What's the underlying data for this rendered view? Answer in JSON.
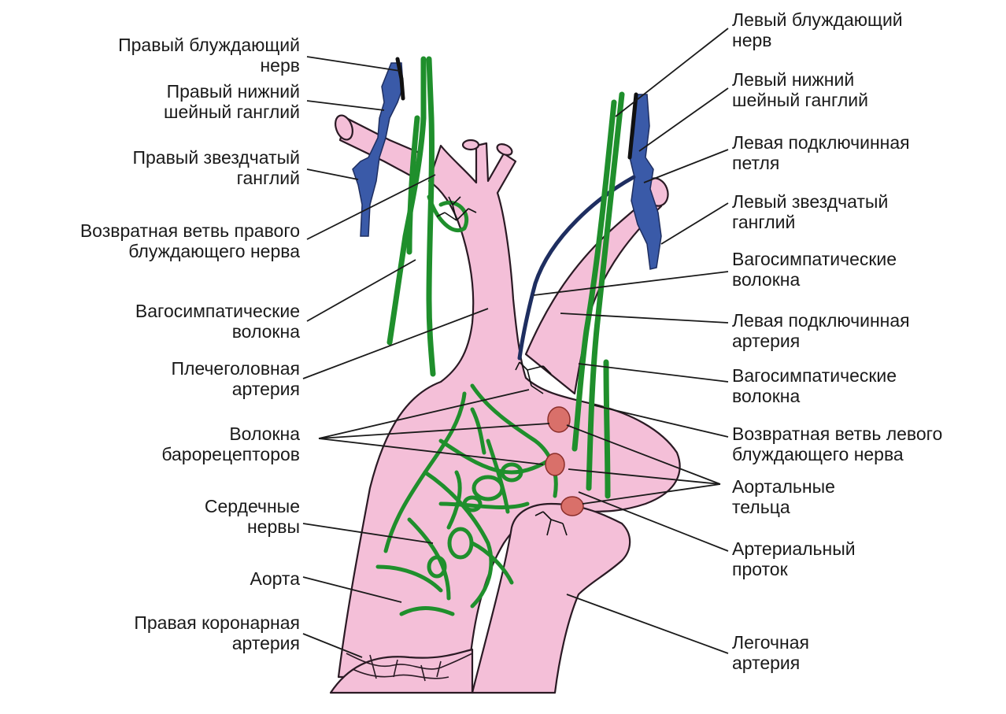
{
  "labels": {
    "right_vagus": [
      "Правый блуждающий",
      "нерв"
    ],
    "right_lower_cervical_ganglion": [
      "Правый нижний",
      "шейный ганглий"
    ],
    "right_stellate_ganglion": [
      "Правый звездчатый",
      "ганглий"
    ],
    "right_recurrent_branch": [
      "Возвратная ветвь правого",
      "блуждающего нерва"
    ],
    "vagosympathetic_left_side": [
      "Вагосимпатические",
      "волокна"
    ],
    "brachiocephalic_artery": [
      "Плечеголовная",
      "артерия"
    ],
    "baroreceptor_fibers": [
      "Волокна",
      "барорецепторов"
    ],
    "cardiac_nerves": [
      "Сердечные",
      "нервы"
    ],
    "aorta": [
      "Аорта"
    ],
    "right_coronary_artery": [
      "Правая коронарная",
      "артерия"
    ],
    "left_vagus": [
      "Левый блуждающий",
      "нерв"
    ],
    "left_lower_cervical_ganglion": [
      "Левый нижний",
      "шейный ганглий"
    ],
    "left_subclavian_loop": [
      "Левая подключинная",
      "петля"
    ],
    "left_stellate_ganglion": [
      "Левый звездчатый",
      "ганглий"
    ],
    "vagosympathetic_right_upper": [
      "Вагосимпатические",
      "волокна"
    ],
    "left_subclavian_artery": [
      "Левая подключинная",
      "артерия"
    ],
    "vagosympathetic_right_lower": [
      "Вагосимпатические",
      "волокна"
    ],
    "left_recurrent_branch": [
      "Возвратная ветвь левого",
      "блуждающего нерва"
    ],
    "aortic_bodies": [
      "Аортальные",
      "тельца"
    ],
    "ductus_arteriosus": [
      "Артериальный",
      "проток"
    ],
    "pulmonary_artery": [
      "Легочная",
      "артерия"
    ]
  },
  "colors": {
    "vessel_fill": "#f4bfd8",
    "vessel_outline": "#2a1a24",
    "nerve_green": "#1f8f2c",
    "ganglion_blue": "#3a5aa8",
    "vagus_black": "#111111",
    "aortic_body": "#d9706a",
    "leader_line": "#1a1a1a"
  }
}
